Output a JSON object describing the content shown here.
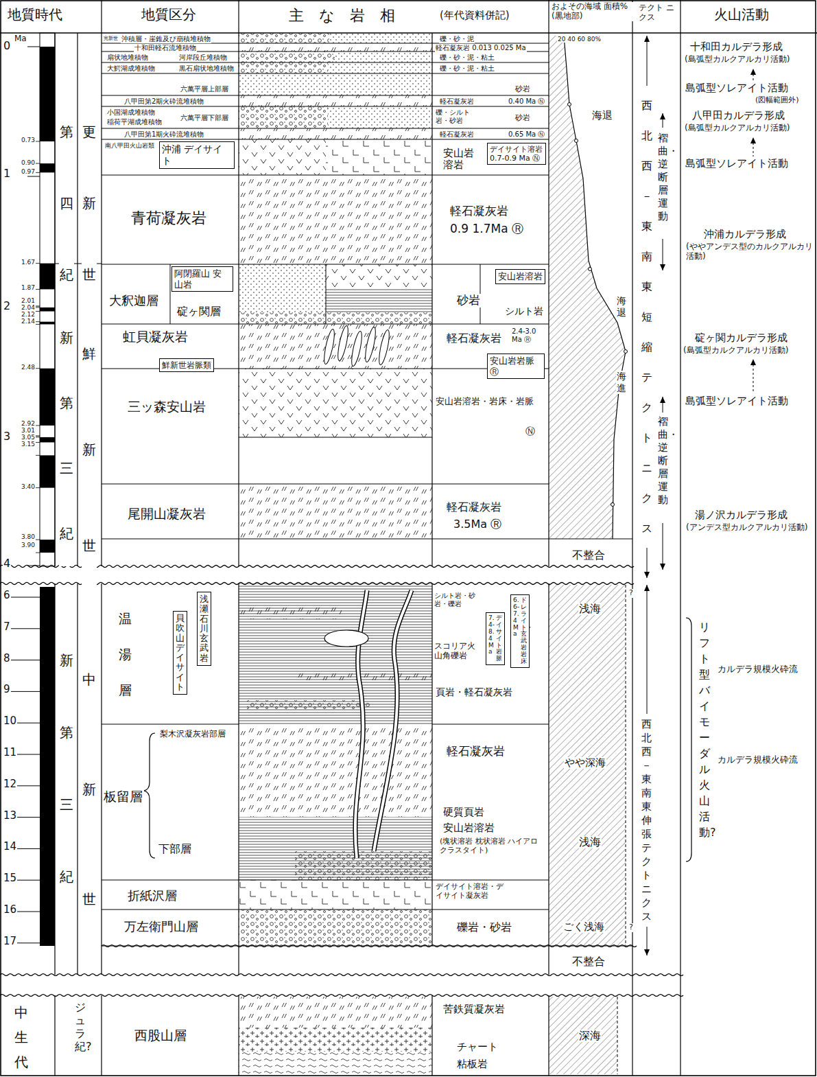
{
  "diagram": {
    "nodes": [
      {
        "text": [
          "沖浦 デイサイト"
        ]
      },
      {
        "text": [
          "デイサイト溶岩",
          "0.7-0.9 Ma Ⓝ"
        ]
      },
      {
        "text": [
          "阿閉羅山 安山岩"
        ]
      },
      {
        "text": [
          "安山岩溶岩"
        ]
      },
      {
        "text": [
          "鮮新世岩脈類"
        ]
      },
      {
        "text": [
          "安山岩岩脈 Ⓡ"
        ]
      },
      {
        "text": [
          "貝吹山デイサイト"
        ]
      },
      {
        "text": [
          "浅瀬石川玄武岩"
        ]
      },
      {
        "text": [
          "7.4-8.4 Ma",
          "デイサイト岩脈"
        ]
      },
      {
        "text": [
          "6.6-7.4 Ma",
          "ドレライト・玄武岩岩床"
        ]
      }
    ],
    "labels": [
      "地質時代",
      "地質区分",
      "主　な　岩　相",
      "(年代資料併記)",
      "およその海域 面積%(黒地部)",
      "テクト ニクス",
      "火山活動",
      "Ma",
      "0",
      "1",
      "2",
      "3",
      "4",
      "6",
      "7",
      "8",
      "9",
      "10",
      "11",
      "12",
      "13",
      "14",
      "15",
      "16",
      "17",
      "0.73",
      "0.90",
      "0.97",
      "1.67",
      "1.87",
      "2.01",
      "2.04",
      "2.12",
      "2.14",
      "2.48",
      "2.92",
      "3.01",
      "3.05",
      "3.15",
      "3.40",
      "3.80",
      "3.90",
      "第四紀",
      "更新世",
      "新第三紀",
      "鮮新世",
      "新第三紀",
      "中新世",
      "中生代",
      "ジュラ紀?",
      "完新世",
      "沖積層・崖錐及び崩積堆積物",
      "十和田軽石流堆積物",
      "扇状地堆積物",
      "河岸段丘堆積物",
      "大鰐湖成堆積物",
      "黒石扇状地堆積物",
      "六萬平層上部層",
      "八甲田第2期火砕流堆積物",
      "小国湖成堆積物",
      "稲荷平湖成堆積物",
      "六萬平層下部層",
      "八甲田第1期火砕流堆積物",
      "南八甲田火山岩類",
      "礫・砂・泥",
      "軽石凝灰岩 0.013 0.025 Ma",
      "礫・砂・泥・粘土",
      "礫・砂・泥・粘土",
      "砂岩",
      "軽石凝灰岩",
      "0.40 Ma Ⓝ",
      "礫・シルト岩・砂岩",
      "砂岩",
      "軽石凝灰岩",
      "0.65 Ma Ⓝ",
      "安山岩溶岩",
      "青荷凝灰岩",
      "軽石凝灰岩",
      "0.9 1.7Ma Ⓡ",
      "大釈迦層",
      "碇ヶ関層",
      "砂岩",
      "シルト岩",
      "虹貝凝灰岩",
      "軽石凝灰岩",
      "2.4-3.0 Ma Ⓡ",
      "三ッ森安山岩",
      "安山岩溶岩・岩床・岩脈",
      "Ⓝ",
      "尾開山凝灰岩",
      "軽石凝灰岩",
      "3.5Ma Ⓡ",
      "温湯層",
      "シルト岩・砂岩・礫岩",
      "スコリア火山角礫岩",
      "頁岩・軽石凝灰岩",
      "板留層",
      "梨木沢凝灰岩部層",
      "下部層",
      "軽石凝灰岩",
      "硬質頁岩",
      "安山岩溶岩",
      "(塊状溶岩 枕状溶岩 ハイアロクラスタイト)",
      "折紙沢層",
      "デイサイト溶岩・デイサイト凝灰岩",
      "万左衛門山層",
      "礫岩・砂岩",
      "西股山層",
      "苦鉄質凝灰岩",
      "チャート",
      "粘板岩",
      "20 40 60 80%",
      "海退",
      "海退",
      "海進",
      "不整合",
      "浅海",
      "?",
      "やや深海",
      "浅海",
      "ごく浅海",
      "?",
      "不整合",
      "深海",
      "西北西－東南東短縮テクトニクス",
      "褶曲・逆断層運動",
      "褶曲・逆断層運動",
      "西北西－東南東伸張テクトニクス",
      "十和田カルデラ形成",
      "(島弧型カルクアルカリ活動)",
      "島弧型ソレアイト活動",
      "(図幅範囲外)",
      "八甲田カルデラ形成",
      "(島弧型カルクアルカリ活動)",
      "島弧型ソレアイト活動",
      "沖浦カルデラ形成",
      "(ややアンデス型のカルクアルカリ活動)",
      "碇ヶ関カルデラ形成",
      "(島弧型カルクアルカリ活動)",
      "島弧型ソレアイト活動",
      "湯ノ沢カルデラ形成",
      "(アンデス型カルクアルカリ活動)",
      "リフト型バイモーダル火山活動?",
      "カルデラ規模火砕流",
      "カルデラ規模火砕流"
    ]
  }
}
